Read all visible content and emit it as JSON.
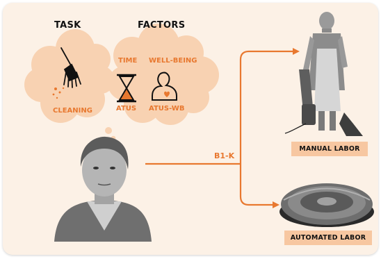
{
  "headers": {
    "task": "TASK",
    "factors": "FACTORS"
  },
  "task_bubble": {
    "label": "CLEANING",
    "icon": "rake-broom-icon"
  },
  "factors_bubble": {
    "time_title": "TIME",
    "time_label": "ATUS",
    "wellbeing_title": "WELL-BEING",
    "wellbeing_label": "ATUS-WB",
    "time_icon": "hourglass-icon",
    "wellbeing_icon": "person-heart-icon"
  },
  "connector_label": "B1-K",
  "outputs": {
    "manual": "MANUAL LABOR",
    "automated": "AUTOMATED LABOR"
  },
  "colors": {
    "accent": "#e8782f",
    "bubble": "#f8d2b2",
    "background": "#fcf1e6",
    "tag": "#f7c7a1"
  }
}
